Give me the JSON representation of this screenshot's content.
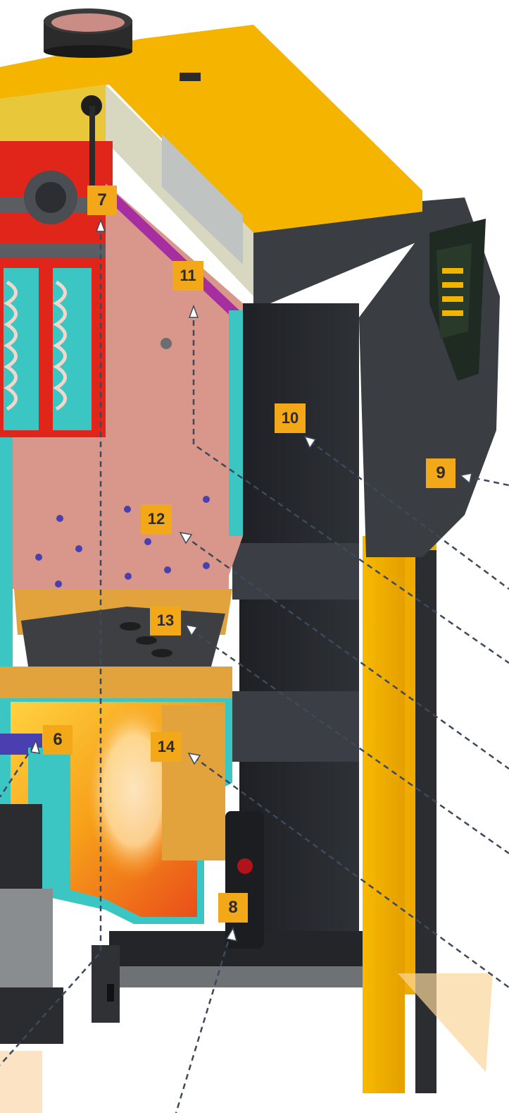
{
  "colors": {
    "housing_yellow": "#f5b400",
    "housing_dark": "#2d2f33",
    "insulation_teal": "#3cc6c3",
    "firebrick_pink": "#d9968a",
    "flame_orange": "#f29a1a",
    "callout_bg": "#f2a819",
    "callout_text": "#2b2b2b"
  },
  "callouts": [
    {
      "id": "6",
      "label": "6"
    },
    {
      "id": "7",
      "label": "7"
    },
    {
      "id": "8",
      "label": "8"
    },
    {
      "id": "9",
      "label": "9"
    },
    {
      "id": "10",
      "label": "10"
    },
    {
      "id": "11",
      "label": "11"
    },
    {
      "id": "12",
      "label": "12"
    },
    {
      "id": "13",
      "label": "13"
    },
    {
      "id": "14",
      "label": "14"
    }
  ]
}
